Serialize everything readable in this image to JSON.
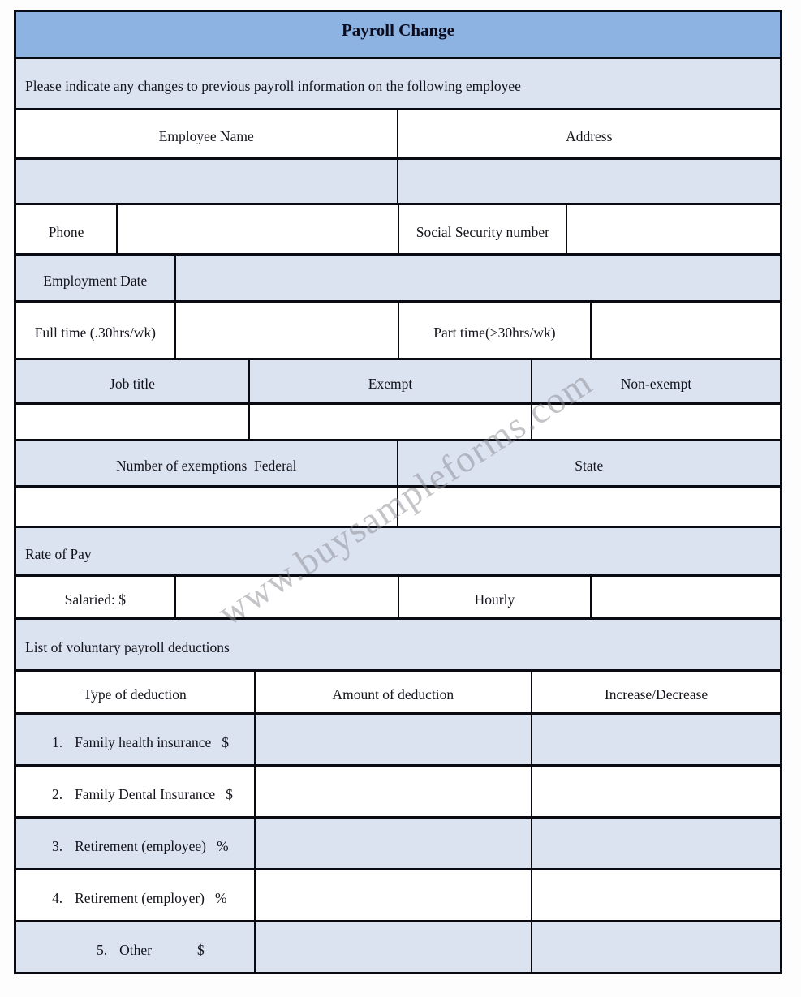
{
  "form": {
    "title": "Payroll Change",
    "instruction": "Please indicate any changes to previous payroll information on the following employee",
    "fields": {
      "employee_name": "Employee Name",
      "address": "Address",
      "phone": "Phone",
      "ssn": "Social Security number",
      "employment_date": "Employment Date",
      "full_time": "Full time (.30hrs/wk)",
      "part_time": "Part time(>30hrs/wk)",
      "job_title": "Job title",
      "exempt": "Exempt",
      "non_exempt": "Non-exempt",
      "exemptions_federal": "Number of exemptions  Federal",
      "state": "State",
      "rate_of_pay": "Rate of Pay",
      "salaried": "Salaried: $",
      "hourly": "Hourly",
      "deductions_heading": "List of voluntary payroll deductions"
    },
    "deductions_table": {
      "headers": [
        "Type of deduction",
        "Amount of deduction",
        "Increase/Decrease"
      ],
      "rows": [
        {
          "num": "1.",
          "label": "Family health insurance",
          "unit": "$"
        },
        {
          "num": "2.",
          "label": "Family Dental Insurance",
          "unit": "$"
        },
        {
          "num": "3.",
          "label": "Retirement (employee)",
          "unit": "%"
        },
        {
          "num": "4.",
          "label": "Retirement (employer)",
          "unit": "%"
        },
        {
          "num": "5.",
          "label": "Other",
          "unit": "$"
        }
      ]
    },
    "watermark": "www.buysampleforms.com",
    "colors": {
      "header_bg": "#8db3e2",
      "row_shaded_bg": "#dbe3f0",
      "border": "#0a0a12"
    }
  }
}
